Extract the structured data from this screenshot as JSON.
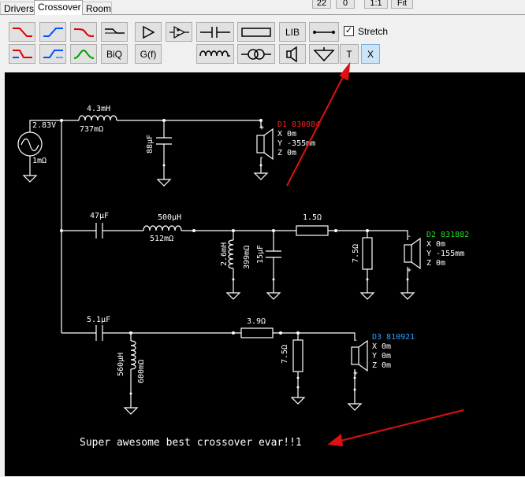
{
  "tabs": [
    {
      "label": "Drivers"
    },
    {
      "label": "Crossover"
    },
    {
      "label": "Room"
    }
  ],
  "top_buttons": {
    "b1": "22",
    "b2": "0",
    "b3": "1:1",
    "b4": "Fit"
  },
  "toolbar": {
    "biq_label": "BiQ",
    "gf_label": "G(f)",
    "lib_label": "LIB",
    "t_label": "T",
    "x_label": "X",
    "stretch_label": "Stretch",
    "stretch_checked": "✓"
  },
  "colors": {
    "lowpass": "#e00000",
    "bandpass": "#0050ff",
    "green": "#00a000",
    "d1": "#ff2020",
    "d2": "#20e020",
    "d3": "#30a0ff",
    "arrow": "#e01010"
  },
  "schematic": {
    "source_voltage": "2.83V",
    "source_resistance": "1mΩ",
    "d1_label": "D1 830884",
    "d1_x": "X 0m",
    "d1_y": "Y -355mm",
    "d1_z": "Z 0m",
    "d2_label": "D2 831882",
    "d2_x": "X 0m",
    "d2_y": "Y -155mm",
    "d2_z": "Z 0m",
    "d3_label": "D3 810921",
    "d3_x": "X 0m",
    "d3_y": "Y 0m",
    "d3_z": "Z 0m",
    "l1_value": "4.3mH",
    "l1_res": "737mΩ",
    "c1_value": "88µF",
    "c2_value": "47µF",
    "l2_value": "500µH",
    "l2_res": "512mΩ",
    "r1_value": "1.5Ω",
    "l3_value": "2.6mH",
    "l3_res": "399mΩ",
    "c3_value": "15µF",
    "r2_value": "7.5Ω",
    "c4_value": "5.1µF",
    "r3_value": "3.9Ω",
    "l4_value": "560µH",
    "l4_res": "600mΩ",
    "r4_value": "7.5Ω",
    "caption": "Super awesome best crossover evar!!1",
    "plus": "+",
    "minus": "-"
  }
}
